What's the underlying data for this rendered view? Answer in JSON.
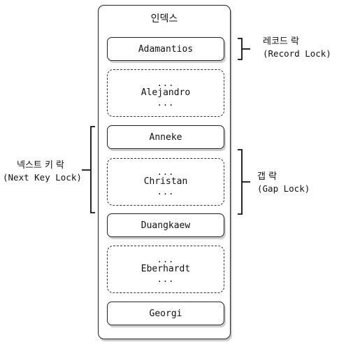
{
  "index_title": "인덱스",
  "entries": [
    {
      "kind": "record",
      "text": "Adamantios"
    },
    {
      "kind": "gap",
      "text": "Alejandro",
      "dots": "..."
    },
    {
      "kind": "record",
      "text": "Anneke"
    },
    {
      "kind": "gap",
      "text": "Christan",
      "dots": "..."
    },
    {
      "kind": "record",
      "text": "Duangkaew"
    },
    {
      "kind": "gap",
      "text": "Eberhardt",
      "dots": "..."
    },
    {
      "kind": "record",
      "text": "Georgi"
    }
  ],
  "labels": {
    "record_lock": {
      "korean": "레코드 락",
      "english": "(Record Lock)"
    },
    "gap_lock": {
      "korean": "갭 락",
      "english": "(Gap Lock)"
    },
    "next_key_lock": {
      "korean": "넥스트 키 락",
      "english": "(Next Key Lock)"
    }
  }
}
